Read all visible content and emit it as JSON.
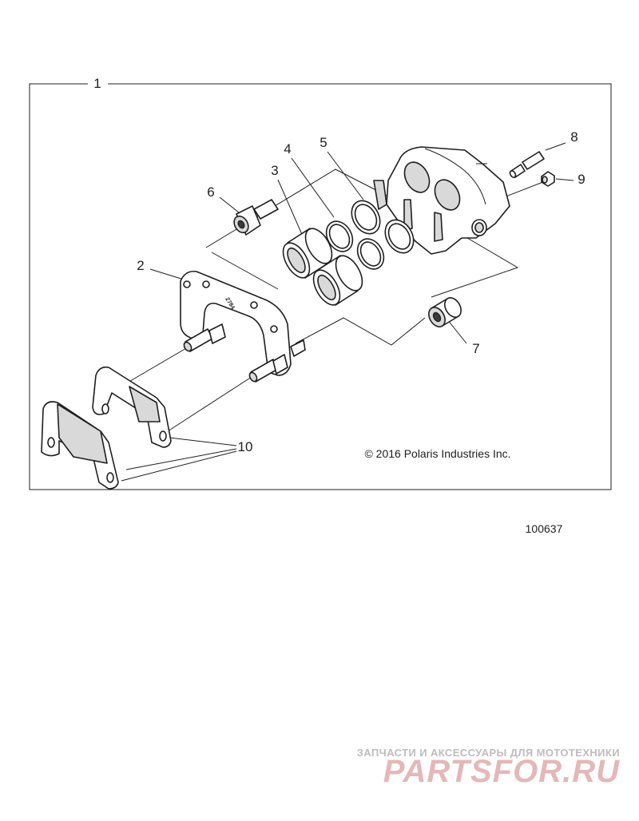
{
  "diagram": {
    "callouts": [
      {
        "id": "callout-1",
        "label": "1"
      },
      {
        "id": "callout-2",
        "label": "2"
      },
      {
        "id": "callout-3",
        "label": "3"
      },
      {
        "id": "callout-4",
        "label": "4"
      },
      {
        "id": "callout-5",
        "label": "5"
      },
      {
        "id": "callout-6",
        "label": "6"
      },
      {
        "id": "callout-7",
        "label": "7"
      },
      {
        "id": "callout-8",
        "label": "8"
      },
      {
        "id": "callout-9",
        "label": "9"
      },
      {
        "id": "callout-10",
        "label": "10"
      }
    ],
    "bracket_marking": "Z784",
    "copyright": "© 2016 Polaris Industries Inc.",
    "figure_number": "100637"
  },
  "watermark": {
    "tagline": "ЗАПЧАСТИ И АКСЕССУАРЫ ДЛЯ МОТОТЕХНИКИ",
    "brand": "PARTSFOR.RU"
  },
  "colors": {
    "line": "#1e1e1e",
    "part_fill": "#ffffff",
    "shade": "#d9d9d9",
    "watermark_brand": "#e4b8b8",
    "watermark_tagline": "#bdbdbd"
  }
}
